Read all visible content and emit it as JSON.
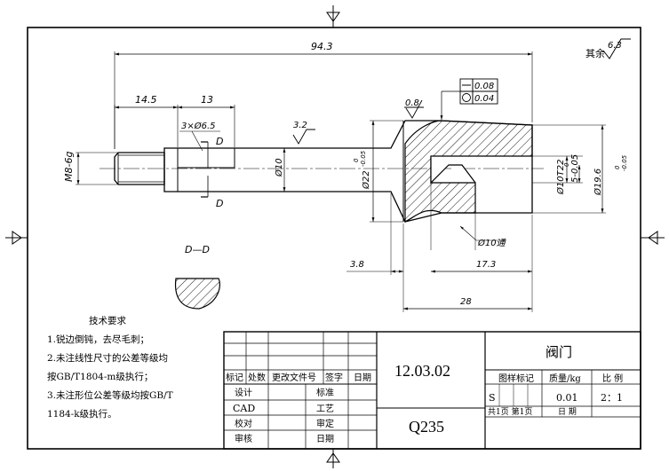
{
  "dimensions": {
    "overall_length": "94.3",
    "left_step": "14.5",
    "slot_len": "13",
    "holes": "3×Ø6.5",
    "section_mark_top": "D",
    "section_mark_bottom": "D",
    "thread": "M8-6g",
    "shaft_dia": "Ø10",
    "collar_dia": "Ø22",
    "collar_tol_top": "0",
    "collar_tol_bottom": "-0.05",
    "inner_dia": "Ø10T22",
    "depth_tol_top": "0",
    "depth_dim": "5-0.05",
    "outer_dia": "Ø19.6",
    "outer_tol_top": "0",
    "outer_tol_bottom": "-0.05",
    "bore": "Ø10通",
    "len_38": "3.8",
    "len_173": "17.3",
    "len_28": "28"
  },
  "roughness": {
    "other": "6.3",
    "other_label": "其余",
    "shaft": "3.2",
    "collar": "0.8"
  },
  "tolerance_frame": {
    "row1_value": "0.08",
    "row2_value": "0.04"
  },
  "section_view": {
    "label": "D—D"
  },
  "notes": {
    "title": "技术要求",
    "line1": "1.锐边倒钝，去尽毛刺；",
    "line2": "2.未注线性尺寸的公差等级均",
    "line3": "按GB/T1804-m级执行；",
    "line4": "3.未注形位公差等级均按GB/T",
    "line5": "1184-k级执行。"
  },
  "title_block": {
    "drawing_number": "12.03.02",
    "material": "Q235",
    "part_name": "阀门",
    "col_mark": "标记",
    "col_count": "处数",
    "col_file": "更改文件号",
    "col_sign": "签字",
    "col_date": "日期",
    "design": "设计",
    "standard": "标准",
    "cad": "CAD",
    "process": "工艺",
    "check": "校对",
    "review": "审定",
    "audit": "审核",
    "date": "日期",
    "stage_label": "图样标记",
    "mass_label": "质量/kg",
    "scale_label": "比 例",
    "stage_value": "S",
    "mass_value": "0.01",
    "scale_value": "2：1",
    "sheets": "共1页  第1页",
    "sheet_date": "日  期"
  }
}
